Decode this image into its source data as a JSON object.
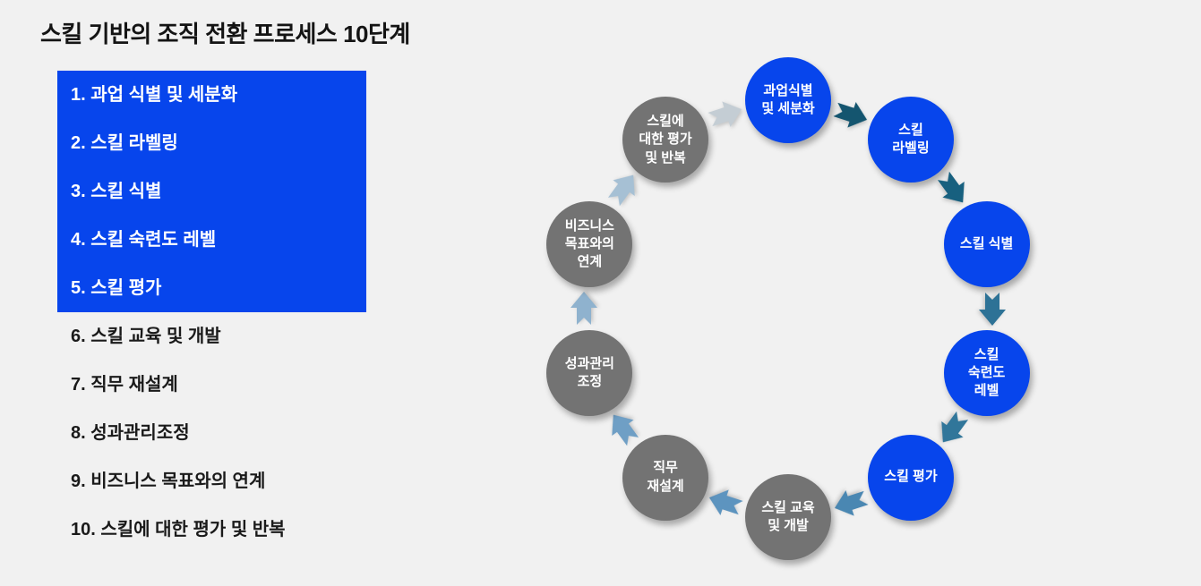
{
  "title": "스킬 기반의 조직 전환 프로세스 10단계",
  "colors": {
    "background": "#f1f1f1",
    "highlight_blue": "#0745ec",
    "circle_blue": "#0745ec",
    "circle_gray": "#737373",
    "list_text_dark": "#1a1a1a",
    "list_text_highlight": "#ffffff",
    "title_text": "#141414"
  },
  "list": {
    "items": [
      {
        "text": "1. 과업 식별 및 세분화",
        "highlighted": true
      },
      {
        "text": "2. 스킬 라벨링",
        "highlighted": true
      },
      {
        "text": "3. 스킬 식별",
        "highlighted": true
      },
      {
        "text": "4. 스킬 숙련도 레벨",
        "highlighted": true
      },
      {
        "text": "5. 스킬 평가",
        "highlighted": true
      },
      {
        "text": "6. 스킬 교육 및 개발",
        "highlighted": false
      },
      {
        "text": "7. 직무 재설계",
        "highlighted": false
      },
      {
        "text": "8. 성과관리조정",
        "highlighted": false
      },
      {
        "text": "9. 비즈니스 목표와의 연계",
        "highlighted": false
      },
      {
        "text": "10. 스킬에 대한 평가 및 반복",
        "highlighted": false
      }
    ]
  },
  "cycle": {
    "direction": "clockwise",
    "steps": [
      {
        "label": "과업식별\n및 세분화",
        "color": "blue",
        "arrow_color_to_next": "#14556f"
      },
      {
        "label": "스킬\n라벨링",
        "color": "blue",
        "arrow_color_to_next": "#17607f"
      },
      {
        "label": "스킬 식별",
        "color": "blue",
        "arrow_color_to_next": "#2d7296"
      },
      {
        "label": "스킬\n숙련도\n레벨",
        "color": "blue",
        "arrow_color_to_next": "#31769a"
      },
      {
        "label": "스킬 평가",
        "color": "blue",
        "arrow_color_to_next": "#4a87b2"
      },
      {
        "label": "스킬 교육\n및 개발",
        "color": "gray",
        "arrow_color_to_next": "#5d94bf"
      },
      {
        "label": "직무\n재설계",
        "color": "gray",
        "arrow_color_to_next": "#6f9fc5"
      },
      {
        "label": "성과관리\n조정",
        "color": "gray",
        "arrow_color_to_next": "#8fb2ce"
      },
      {
        "label": "비즈니스\n목표와의\n연계",
        "color": "gray",
        "arrow_color_to_next": "#a6c0d4"
      },
      {
        "label": "스킬에\n대한 평가\n및 반복",
        "color": "gray",
        "arrow_color_to_next": "#c4cdd4"
      }
    ]
  }
}
